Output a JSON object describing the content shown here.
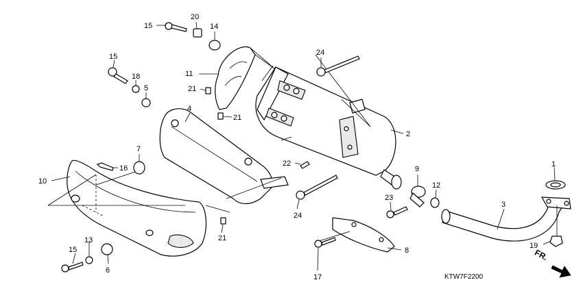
{
  "diagram_code": "KTW7F2200",
  "front_indicator": "FR.",
  "callouts": {
    "p1": "1",
    "p2": "2",
    "p3": "3",
    "p4": "4",
    "p5": "5",
    "p6": "6",
    "p7": "7",
    "p8": "8",
    "p9": "9",
    "p10": "10",
    "p11": "11",
    "p12": "12",
    "p13": "13",
    "p14": "14",
    "p15a": "15",
    "p15b": "15",
    "p15c": "15",
    "p16": "16",
    "p17": "17",
    "p18": "18",
    "p19": "19",
    "p20": "20",
    "p21a": "21",
    "p21b": "21",
    "p21c": "21",
    "p22": "22",
    "p23": "23",
    "p24a": "24",
    "p24b": "24"
  },
  "colors": {
    "line": "#000000",
    "background": "#ffffff",
    "shade": "#e9e9e9"
  }
}
